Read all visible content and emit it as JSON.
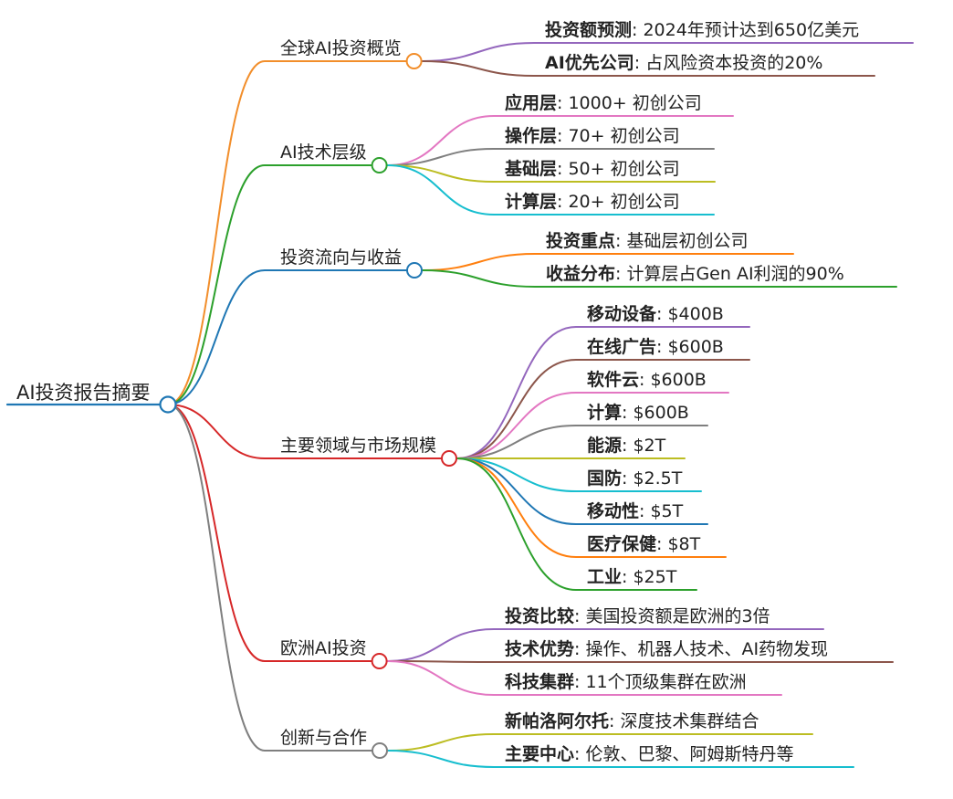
{
  "root": {
    "label": "AI投资报告摘要",
    "color": "#1f77b4"
  },
  "branches": [
    {
      "label": "全球AI投资概览",
      "color": "#f28e2b",
      "leaves": [
        {
          "key": "投资额预测",
          "value": ": 2024年预计达到650亿美元",
          "color": "#9467bd"
        },
        {
          "key": "AI优先公司",
          "value": ": 占风险资本投资的20%",
          "color": "#8c564b"
        }
      ]
    },
    {
      "label": "AI技术层级",
      "color": "#2ca02c",
      "leaves": [
        {
          "key": "应用层",
          "value": ": 1000+ 初创公司",
          "color": "#e377c2"
        },
        {
          "key": "操作层",
          "value": ": 70+ 初创公司",
          "color": "#7f7f7f"
        },
        {
          "key": "基础层",
          "value": ": 50+ 初创公司",
          "color": "#bcbd22"
        },
        {
          "key": "计算层",
          "value": ": 20+ 初创公司",
          "color": "#17becf"
        }
      ]
    },
    {
      "label": "投资流向与收益",
      "color": "#1f77b4",
      "leaves": [
        {
          "key": "投资重点",
          "value": ": 基础层初创公司",
          "color": "#ff7f0e"
        },
        {
          "key": "收益分布",
          "value": ": 计算层占Gen AI利润的90%",
          "color": "#2ca02c"
        }
      ]
    },
    {
      "label": "主要领域与市场规模",
      "color": "#d62728",
      "leaves": [
        {
          "key": "移动设备",
          "value": ": $400B",
          "color": "#9467bd"
        },
        {
          "key": "在线广告",
          "value": ": $600B",
          "color": "#8c564b"
        },
        {
          "key": "软件云",
          "value": ": $600B",
          "color": "#e377c2"
        },
        {
          "key": "计算",
          "value": ": $600B",
          "color": "#7f7f7f"
        },
        {
          "key": "能源",
          "value": ": $2T",
          "color": "#bcbd22"
        },
        {
          "key": "国防",
          "value": ": $2.5T",
          "color": "#17becf"
        },
        {
          "key": "移动性",
          "value": ": $5T",
          "color": "#1f77b4"
        },
        {
          "key": "医疗保健",
          "value": ": $8T",
          "color": "#ff7f0e"
        },
        {
          "key": "工业",
          "value": ": $25T",
          "color": "#2ca02c"
        }
      ]
    },
    {
      "label": "欧洲AI投资",
      "color": "#d62728",
      "leaves": [
        {
          "key": "投资比较",
          "value": ": 美国投资额是欧洲的3倍",
          "color": "#9467bd"
        },
        {
          "key": "技术优势",
          "value": ": 操作、机器人技术、AI药物发现",
          "color": "#8c564b"
        },
        {
          "key": "科技集群",
          "value": ": 11个顶级集群在欧洲",
          "color": "#e377c2"
        }
      ]
    },
    {
      "label": "创新与合作",
      "color": "#7f7f7f",
      "leaves": [
        {
          "key": "新帕洛阿尔托",
          "value": ": 深度技术集群结合",
          "color": "#bcbd22"
        },
        {
          "key": "主要中心",
          "value": ": 伦敦、巴黎、阿姆斯特丹等",
          "color": "#17becf"
        }
      ]
    }
  ]
}
